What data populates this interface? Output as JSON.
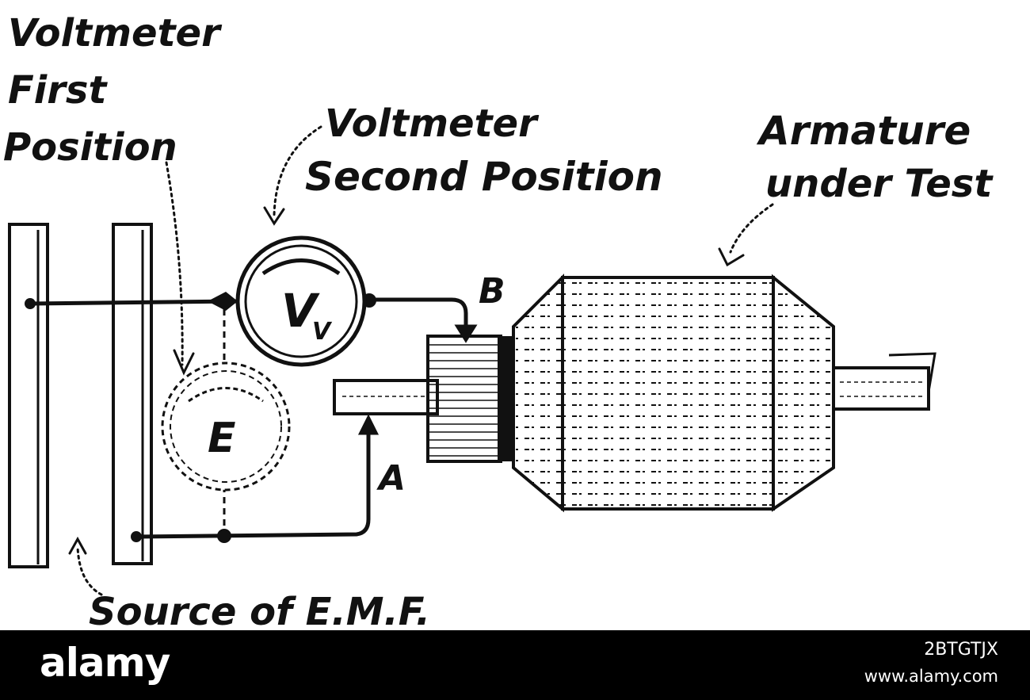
{
  "labels": {
    "voltmeter_first": [
      "Voltmeter",
      "First",
      "Position"
    ],
    "voltmeter_second": [
      "Voltmeter",
      "Second Position"
    ],
    "armature": [
      "Armature",
      "under Test"
    ],
    "source": "Source of E.M.F.",
    "point_a": "A",
    "point_b": "B",
    "meter_v": "V",
    "meter_v_sub": "V",
    "meter_e": "E"
  },
  "footer": {
    "logo": "alamy",
    "image_id": "2BTGTJX",
    "site": "www.alamy.com"
  },
  "colors": {
    "ink": "#111111",
    "footer_bg": "#000000",
    "footer_text": "#ffffff"
  }
}
